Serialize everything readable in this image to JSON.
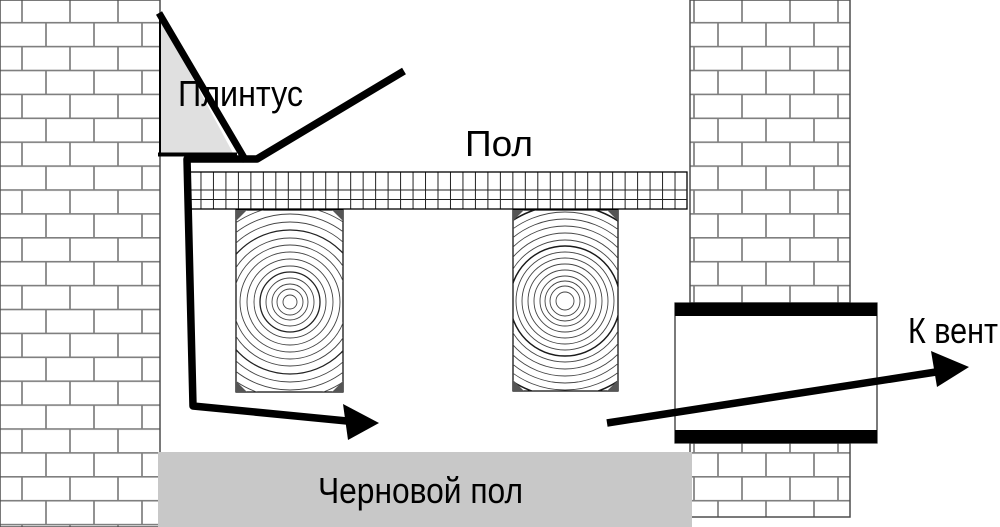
{
  "diagram": {
    "labels": {
      "baseboard": "Плинтус",
      "floor": "Пол",
      "subfloor": "Черновой пол",
      "to_vent": "К вент"
    },
    "colors": {
      "baseboard_fill": "#e0e0e0",
      "subfloor_fill": "#c8c8c8",
      "wall_mortar": "#7f7f7f",
      "line_black": "#000000"
    }
  }
}
